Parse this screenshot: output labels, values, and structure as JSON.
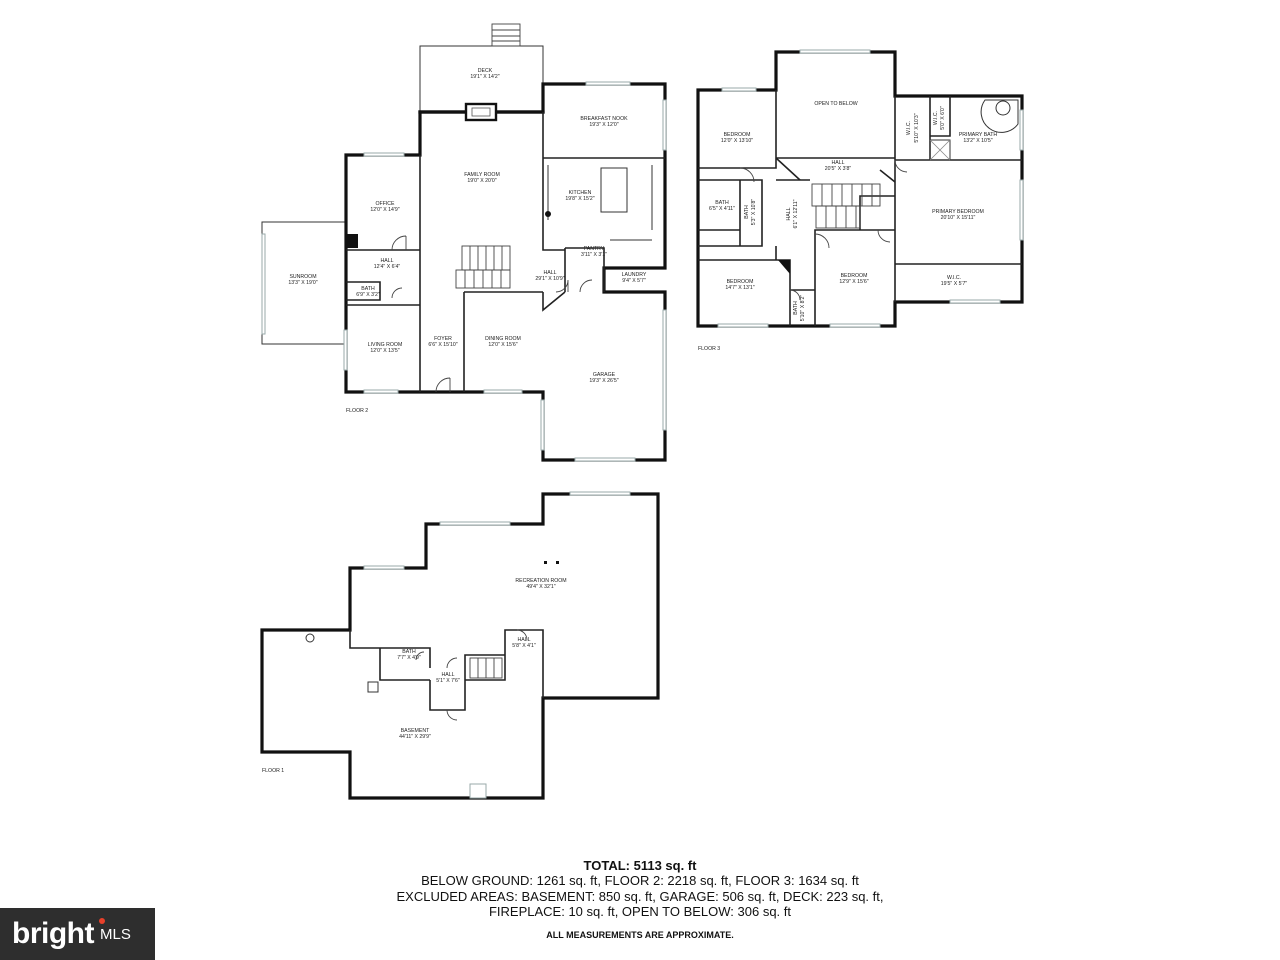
{
  "floors": [
    {
      "id": "floor2",
      "label": "FLOOR 2",
      "rooms": [
        {
          "key": "deck",
          "name": "DECK",
          "dims": "19'1\" X 14'2\""
        },
        {
          "key": "breakfast_nook",
          "name": "BREAKFAST NOOK",
          "dims": "19'3\" X 12'0\""
        },
        {
          "key": "family_room",
          "name": "FAMILY ROOM",
          "dims": "19'0\" X 20'0\""
        },
        {
          "key": "office",
          "name": "OFFICE",
          "dims": "12'0\" X 14'9\""
        },
        {
          "key": "kitchen",
          "name": "KITCHEN",
          "dims": "19'8\" X 15'2\""
        },
        {
          "key": "pantry",
          "name": "PANTRY",
          "dims": "3'11\" X 3'1\""
        },
        {
          "key": "hall_a",
          "name": "HALL",
          "dims": "12'4\" X 6'4\""
        },
        {
          "key": "sunroom",
          "name": "SUNROOM",
          "dims": "13'3\" X 19'0\""
        },
        {
          "key": "bath",
          "name": "BATH",
          "dims": "6'9\" X 3'2\""
        },
        {
          "key": "hall_b",
          "name": "HALL",
          "dims": "29'1\" X 10'9\""
        },
        {
          "key": "laundry",
          "name": "LAUNDRY",
          "dims": "9'4\" X 5'7\""
        },
        {
          "key": "living_room",
          "name": "LIVING ROOM",
          "dims": "12'0\" X 13'5\""
        },
        {
          "key": "foyer",
          "name": "FOYER",
          "dims": "6'6\" X 15'10\""
        },
        {
          "key": "dining_room",
          "name": "DINING ROOM",
          "dims": "12'0\" X 15'6\""
        },
        {
          "key": "garage",
          "name": "GARAGE",
          "dims": "19'3\" X 26'5\""
        }
      ]
    },
    {
      "id": "floor3",
      "label": "FLOOR 3",
      "rooms": [
        {
          "key": "bedroom_nw",
          "name": "BEDROOM",
          "dims": "12'0\" X 13'10\""
        },
        {
          "key": "open_to_below",
          "name": "OPEN TO BELOW",
          "dims": ""
        },
        {
          "key": "wic_a",
          "name": "W.I.C.",
          "dims": "5'10\" X 10'3\""
        },
        {
          "key": "wic_b",
          "name": "W.I.C.",
          "dims": "5'0\" X 6'0\""
        },
        {
          "key": "primary_bath",
          "name": "PRIMARY BATH",
          "dims": "13'2\" X 10'5\""
        },
        {
          "key": "hall_top",
          "name": "HALL",
          "dims": "20'5\" X 3'8\""
        },
        {
          "key": "bath_a",
          "name": "BATH",
          "dims": "6'5\" X 4'11\""
        },
        {
          "key": "bath_b",
          "name": "BATH",
          "dims": "5'3\" X 10'8\""
        },
        {
          "key": "hall_v",
          "name": "HALL",
          "dims": "6'1\" X 12'11\""
        },
        {
          "key": "primary_bedroom",
          "name": "PRIMARY BEDROOM",
          "dims": "20'10\" X 15'11\""
        },
        {
          "key": "bedroom_sw",
          "name": "BEDROOM",
          "dims": "14'7\" X 13'1\""
        },
        {
          "key": "bedroom_s",
          "name": "BEDROOM",
          "dims": "12'9\" X 15'6\""
        },
        {
          "key": "bath_c",
          "name": "BATH",
          "dims": "5'10\" X 8'2\""
        },
        {
          "key": "wic_c",
          "name": "W.I.C.",
          "dims": "19'5\" X 5'7\""
        }
      ]
    },
    {
      "id": "floor1",
      "label": "FLOOR 1",
      "rooms": [
        {
          "key": "recreation_room",
          "name": "RECREATION ROOM",
          "dims": "49'4\" X 32'1\""
        },
        {
          "key": "hall_c",
          "name": "HALL",
          "dims": "5'8\" X 4'1\""
        },
        {
          "key": "bath_d",
          "name": "BATH",
          "dims": "7'7\" X 4'9\""
        },
        {
          "key": "hall_d",
          "name": "HALL",
          "dims": "5'1\" X 7'6\""
        },
        {
          "key": "basement",
          "name": "BASEMENT",
          "dims": "44'11\" X 29'9\""
        }
      ]
    }
  ],
  "summary": {
    "total": "TOTAL: 5113 sq. ft",
    "lines": [
      "BELOW GROUND: 1261 sq. ft, FLOOR 2: 2218 sq. ft, FLOOR 3: 1634 sq. ft",
      "EXCLUDED AREAS: BASEMENT: 850 sq. ft, GARAGE: 506 sq. ft, DECK: 223 sq. ft,",
      "FIREPLACE: 10 sq. ft, OPEN TO BELOW: 306 sq. ft"
    ],
    "note": "ALL MEASUREMENTS ARE APPROXIMATE."
  },
  "logo": {
    "brand": "bright",
    "suffix": "MLS",
    "accent_color": "#e8402a"
  }
}
